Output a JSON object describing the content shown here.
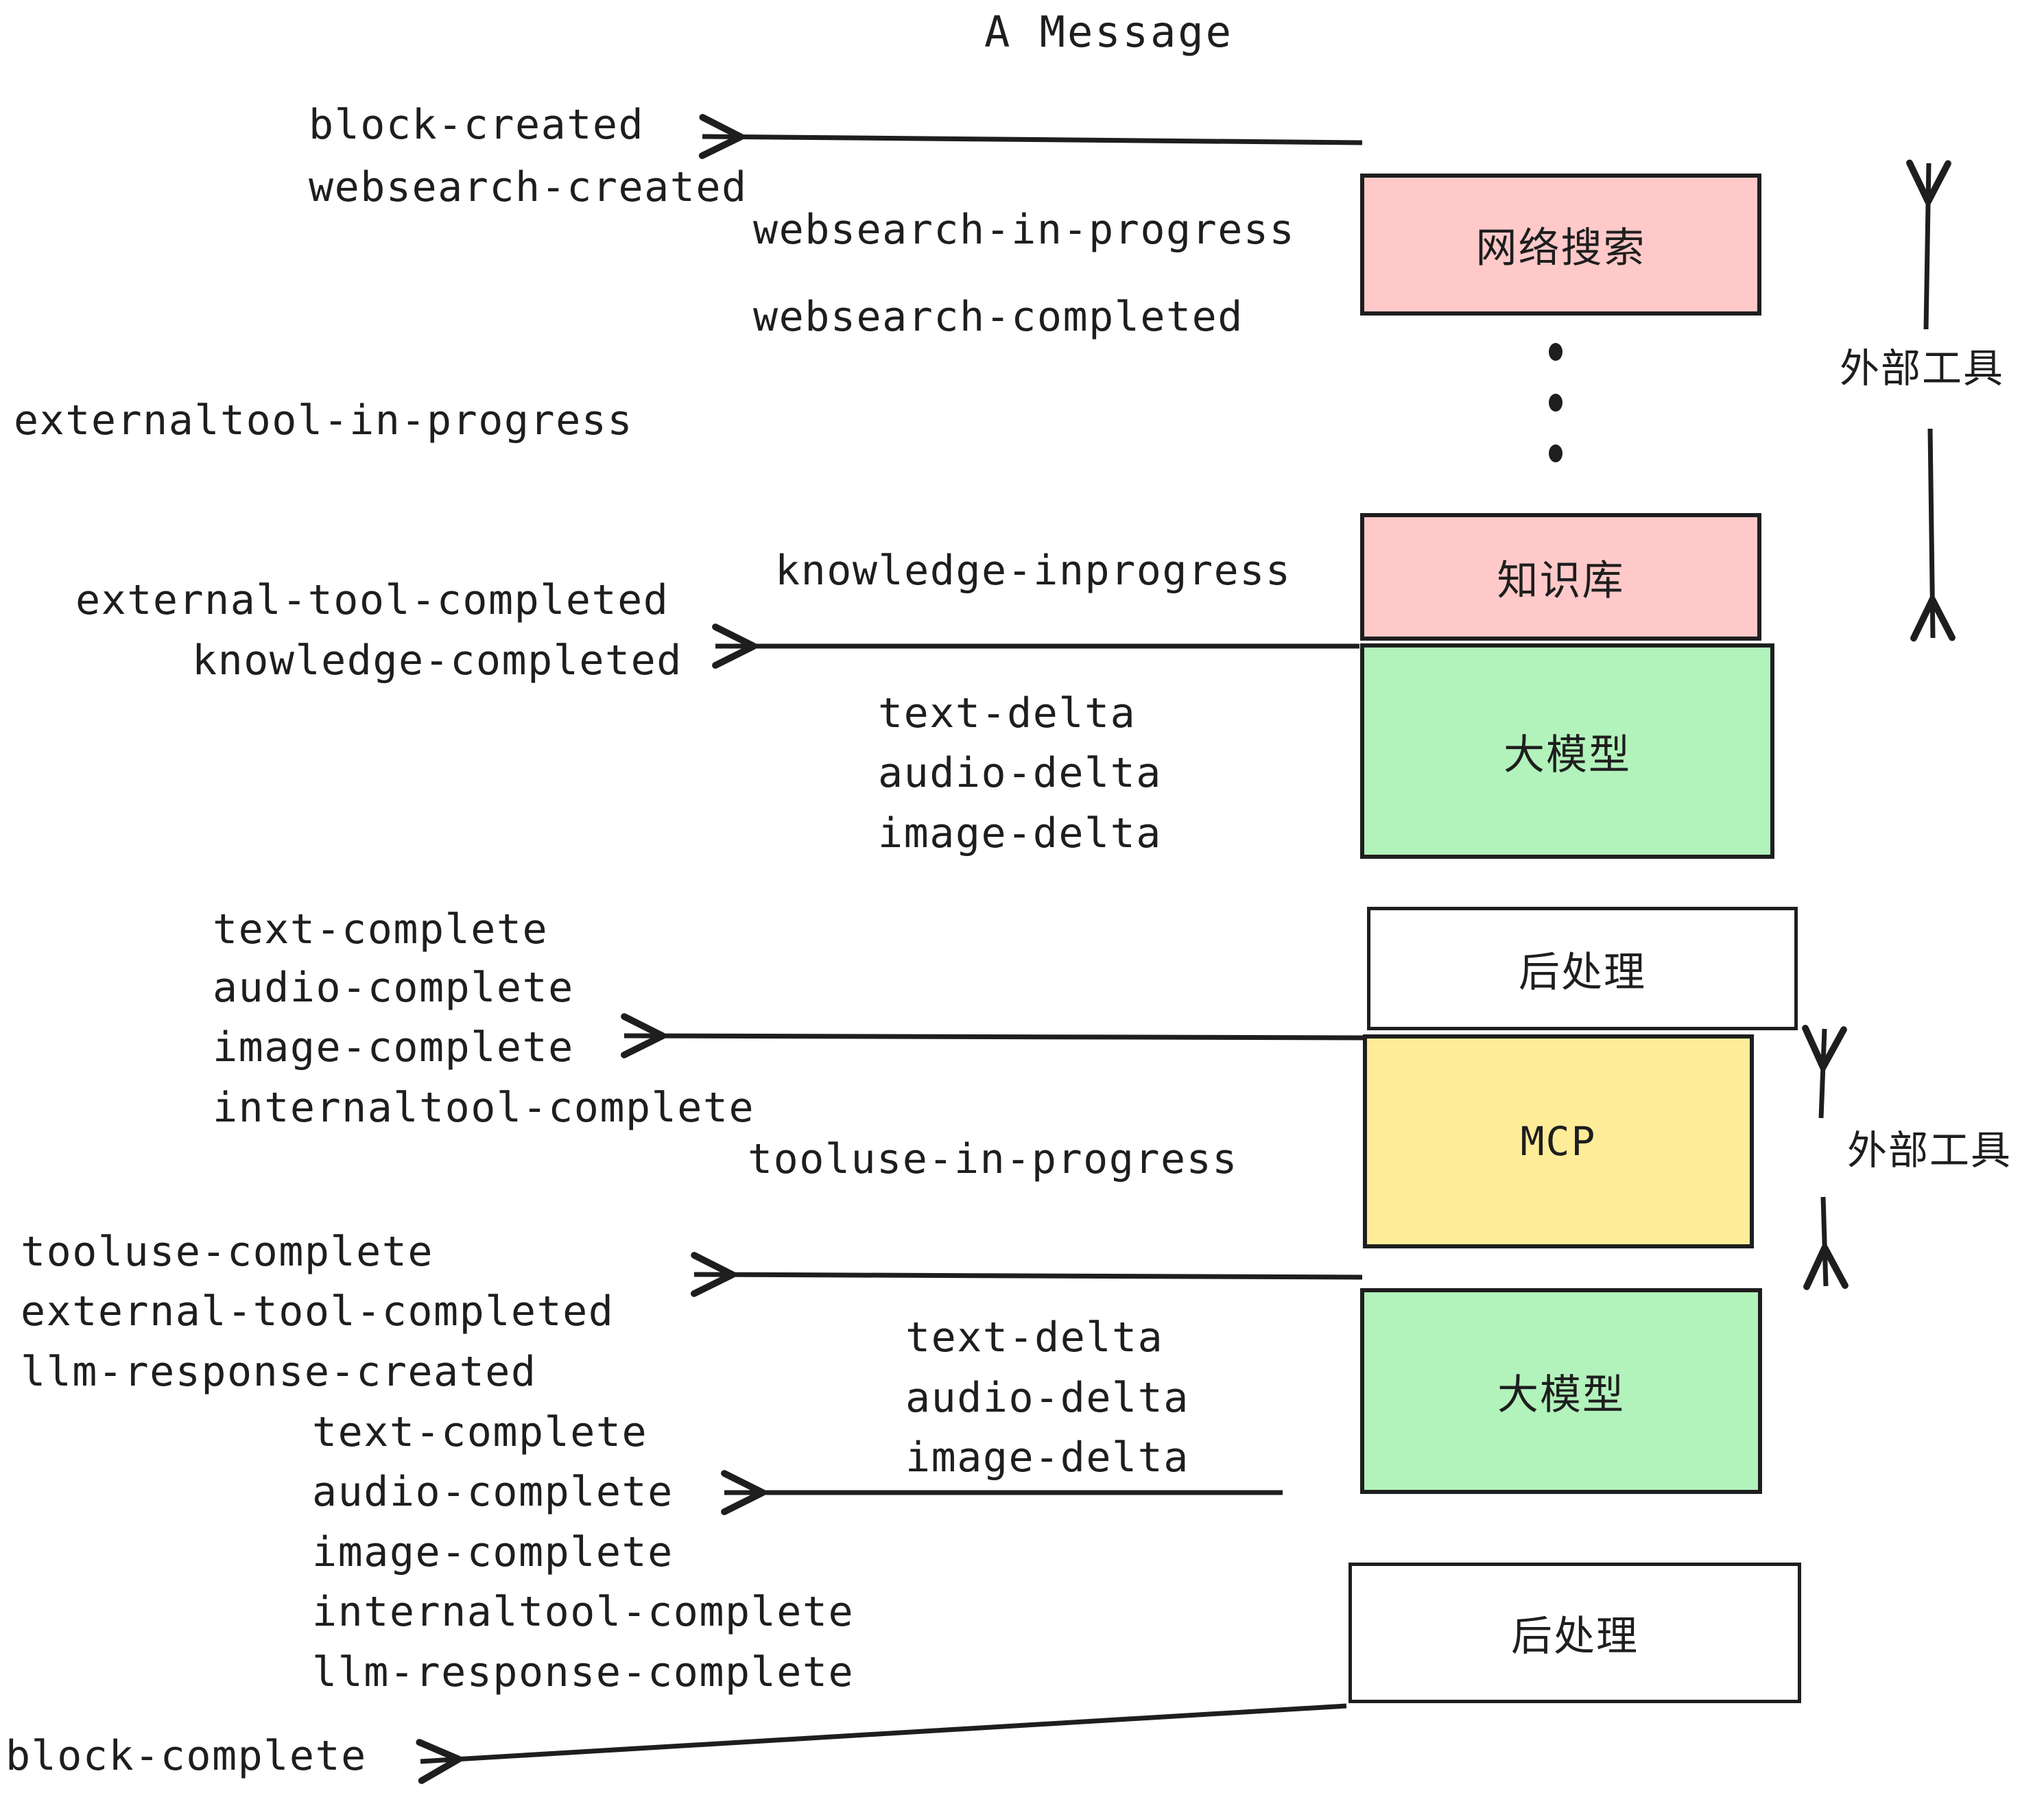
{
  "title": "A Message",
  "colors": {
    "pink": "#ffc9c9",
    "green": "#b2f2bb",
    "yellow": "#ffec99",
    "white": "#ffffff",
    "stroke": "#1e1e1e"
  },
  "boxes": {
    "websearch": "网络搜索",
    "knowledge": "知识库",
    "llm_top": "大模型",
    "postprocess_top": "后处理",
    "mcp": "MCP",
    "llm_bottom": "大模型",
    "postprocess_bottom": "后处理"
  },
  "external_tool_label_top": "外部工具",
  "external_tool_label_bottom": "外部工具",
  "events": {
    "block_created": "block-created",
    "websearch_created": "websearch-created",
    "websearch_in_progress": "websearch-in-progress",
    "websearch_completed": "websearch-completed",
    "externaltool_in_progress": "externaltool-in-progress",
    "knowledge_inprogress": "knowledge-inprogress",
    "external_tool_completed_1": "external-tool-completed",
    "knowledge_completed": "knowledge-completed",
    "text_delta_1": "text-delta",
    "audio_delta_1": "audio-delta",
    "image_delta_1": "image-delta",
    "text_complete_1": "text-complete",
    "audio_complete_1": "audio-complete",
    "image_complete_1": "image-complete",
    "internaltool_complete_1": "internaltool-complete",
    "tooluse_in_progress": "tooluse-in-progress",
    "tooluse_complete": "tooluse-complete",
    "external_tool_completed_2": "external-tool-completed",
    "llm_response_created": "llm-response-created",
    "text_delta_2": "text-delta",
    "audio_delta_2": "audio-delta",
    "image_delta_2": "image-delta",
    "text_complete_2": "text-complete",
    "audio_complete_2": "audio-complete",
    "image_complete_2": "image-complete",
    "internaltool_complete_2": "internaltool-complete",
    "llm_response_complete": "llm-response-complete",
    "block_complete": "block-complete"
  }
}
